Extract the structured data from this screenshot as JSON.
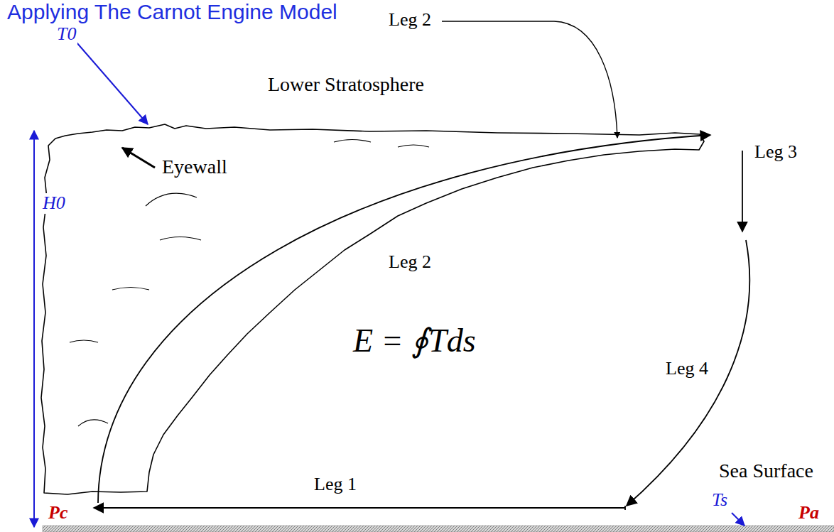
{
  "diagram": {
    "title": "Applying The Carnot Engine Model",
    "labels": [
      "Leg 2",
      "T0",
      "Lower Stratosphere",
      "Eyewall",
      "Leg 3",
      "H0",
      "Leg 2",
      "E = ∮Tds",
      "Leg 4",
      "Leg 1",
      "Sea Surface",
      "Ts",
      "Pc",
      "Pa"
    ]
  }
}
